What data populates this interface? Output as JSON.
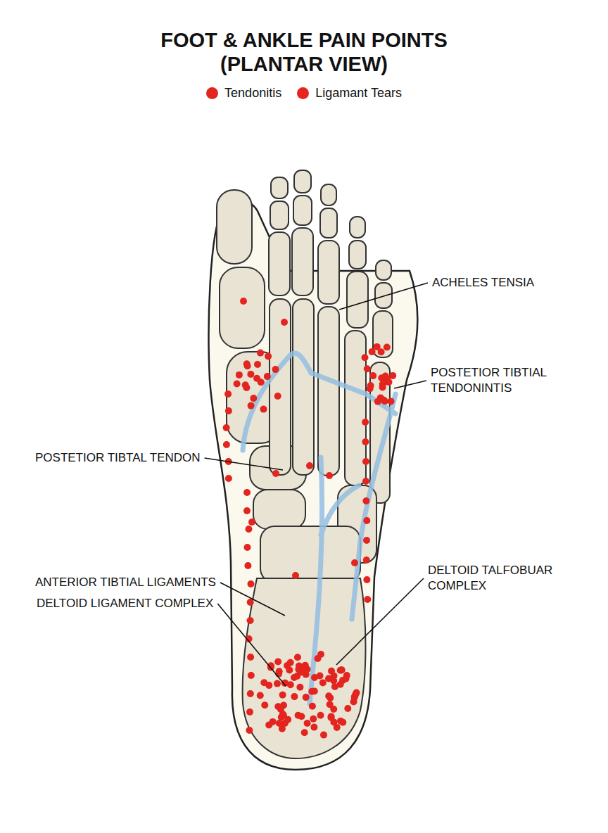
{
  "diagram": {
    "title": "FOOT & ANKLE PAIN POINTS (PLANTAR VIEW)",
    "labels": [
      "ACHELES TENSIA",
      "POSTETIOR TIBTIAL TENDONINTIS",
      "POSTETIOR TIBTAL TENDON",
      "ANTERIOR TIBTIAL LIGAMENTS",
      "DELTOID TALFOBUAR COMPLEX",
      "DELTOID LIGAMENT COMPLEX"
    ],
    "legend": [
      {
        "text": "Tendonitis",
        "color": "#e3241f"
      },
      {
        "text": "Ligamant Tears",
        "color": "#e3241f"
      }
    ]
  }
}
